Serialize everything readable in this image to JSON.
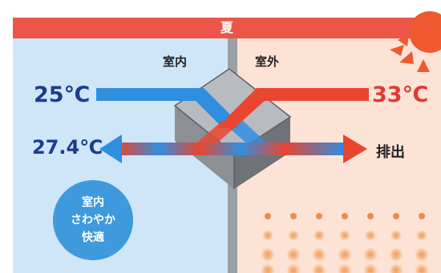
{
  "title": "夏",
  "zones": {
    "indoor": "室内",
    "outdoor": "室外"
  },
  "temperatures": {
    "indoor_intake": "25℃",
    "supply": "27.4℃",
    "outdoor": "33℃"
  },
  "exhaust_label": "排出",
  "comfort_lines": [
    "室内",
    "さわやか",
    "快適"
  ],
  "colors": {
    "banner": "#ec5648",
    "cool_side": "#cfe6f8",
    "warm_side": "#fde3d6",
    "cool_air": "#2f8ee0",
    "warm_air": "#e8462f",
    "exchanger": "#8c8f94",
    "sun": "#f0592f"
  }
}
